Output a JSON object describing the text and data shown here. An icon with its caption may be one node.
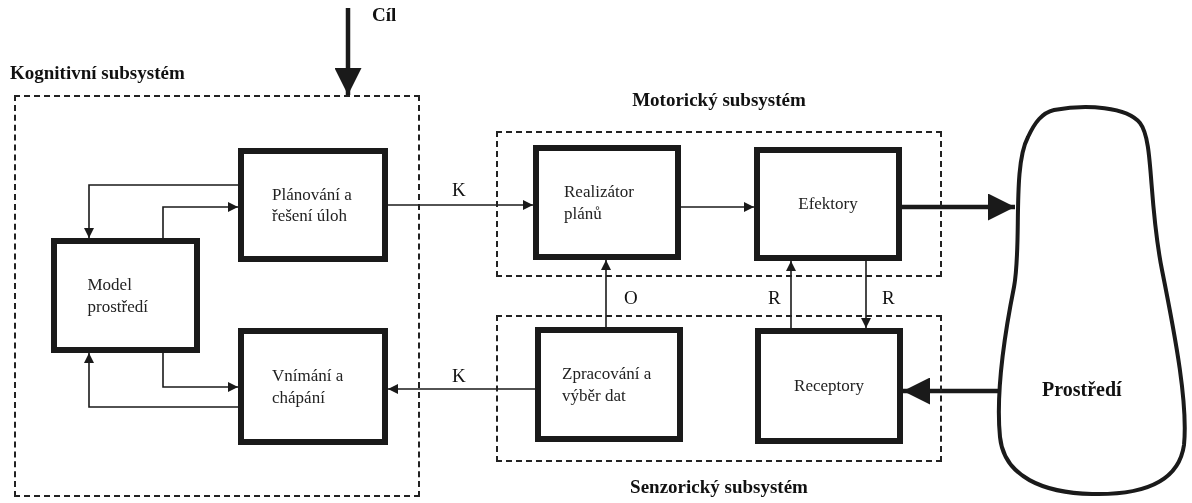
{
  "diagram": {
    "nodes": [
      {
        "text": [
          "Kognitivní subsystém"
        ]
      },
      {
        "text": [
          "Plánování a řešení úloh"
        ],
        "in": 0
      },
      {
        "text": [
          "Model prostředí"
        ],
        "in": 0
      },
      {
        "text": [
          "Vnímání a chápání"
        ],
        "in": 0
      },
      {
        "text": [
          "Motorický subsystém"
        ]
      },
      {
        "text": [
          "Realizátor plánů"
        ],
        "in": 4
      },
      {
        "text": [
          "Efektory"
        ],
        "in": 4
      },
      {
        "text": [
          "Senzorický subsystém"
        ]
      },
      {
        "text": [
          "Zpracování a výběr dat"
        ],
        "in": 7
      },
      {
        "text": [
          "Receptory"
        ],
        "in": 7
      },
      {
        "text": [
          "Prostředí"
        ]
      }
    ],
    "edges": [
      {
        "from": null,
        "to": 0,
        "arrow": "to",
        "style": "thick"
      },
      {
        "from": 1,
        "to": 2,
        "arrow": "to"
      },
      {
        "from": 2,
        "to": 1,
        "arrow": "to"
      },
      {
        "from": 2,
        "to": 3,
        "arrow": "to"
      },
      {
        "from": 3,
        "to": 2,
        "arrow": "to"
      },
      {
        "from": 1,
        "to": 5,
        "arrow": "to",
        "label": "K"
      },
      {
        "from": 8,
        "to": 3,
        "arrow": "to",
        "label": "K"
      },
      {
        "from": 5,
        "to": 6,
        "arrow": "to"
      },
      {
        "from": 8,
        "to": 5,
        "arrow": "to",
        "label": "O"
      },
      {
        "from": 9,
        "to": 6,
        "arrow": "to",
        "label": "R"
      },
      {
        "from": 6,
        "to": 9,
        "arrow": "to",
        "label": "R"
      },
      {
        "from": 6,
        "to": 10,
        "arrow": "to",
        "style": "thick"
      },
      {
        "from": 10,
        "to": 9,
        "arrow": "to",
        "style": "thick"
      }
    ],
    "labels": [
      "Cíl"
    ]
  }
}
